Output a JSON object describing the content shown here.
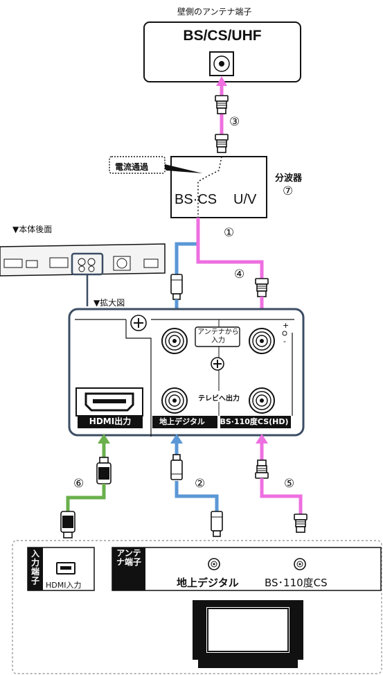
{
  "wall": {
    "caption": "壁側のアンテナ端子",
    "title": "BS/CS/UHF"
  },
  "splitter": {
    "current_pass": "電流通過",
    "bs_cs": "BS·CS",
    "uv": "U/V",
    "label": "分波器",
    "num": "⑦"
  },
  "cable_nums": {
    "n1": "①",
    "n2": "②",
    "n3": "③",
    "n4": "④",
    "n5": "⑤",
    "n6": "⑥"
  },
  "recorder": {
    "rear_label": "▼本体後面",
    "zoom_label": "▼拡大図"
  },
  "panel": {
    "antenna_in": "アンテナから入力",
    "tv_out": "テレビへ出力",
    "hdmi_out": "HDMI出力",
    "terrestrial": "地上デジタル",
    "bs110": "BS·110度CS(HD)"
  },
  "tv": {
    "input_terminal": "入力端子",
    "hdmi_in": "HDMI入力",
    "antenna_terminal": "アンテナ端子",
    "terrestrial": "地上デジタル",
    "bs110": "BS･110度CS"
  },
  "colors": {
    "pink": "#ee6fe0",
    "blue": "#5b97d6",
    "green": "#6ab04c",
    "frame": "#3b4d63"
  }
}
